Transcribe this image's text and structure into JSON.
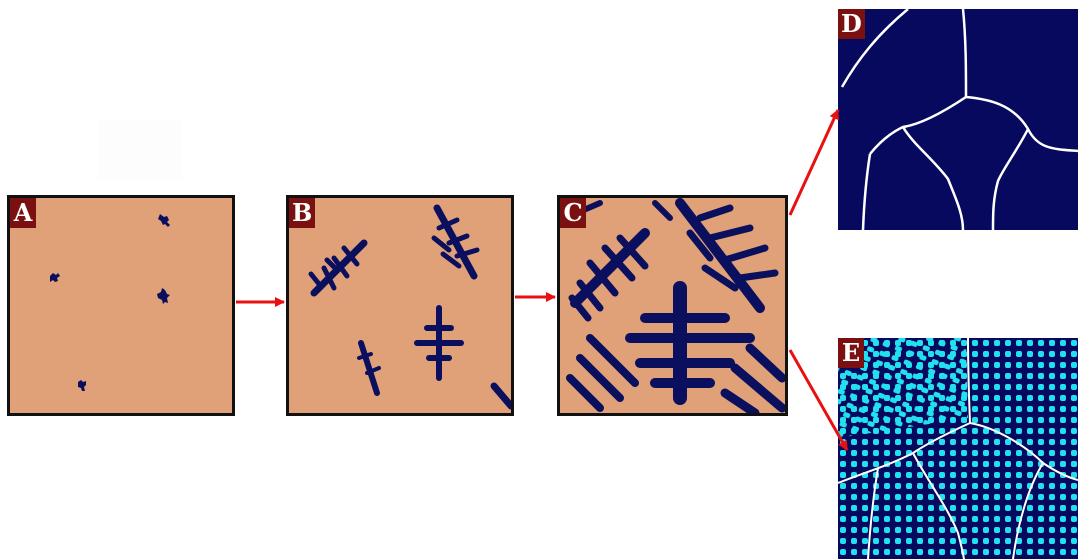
{
  "panels": [
    {
      "label": "A"
    },
    {
      "label": "B"
    },
    {
      "label": "C"
    },
    {
      "label": "D"
    },
    {
      "label": "E"
    }
  ],
  "colors": {
    "liquid": "#e0a078",
    "solid": "#0a0f5e",
    "arrow": "#e81010",
    "label_bg": "#7a1010",
    "grain_boundary": "#ffffff",
    "atoms": "#22e0ee"
  },
  "icons": {
    "arrow": "arrow-right-icon"
  }
}
